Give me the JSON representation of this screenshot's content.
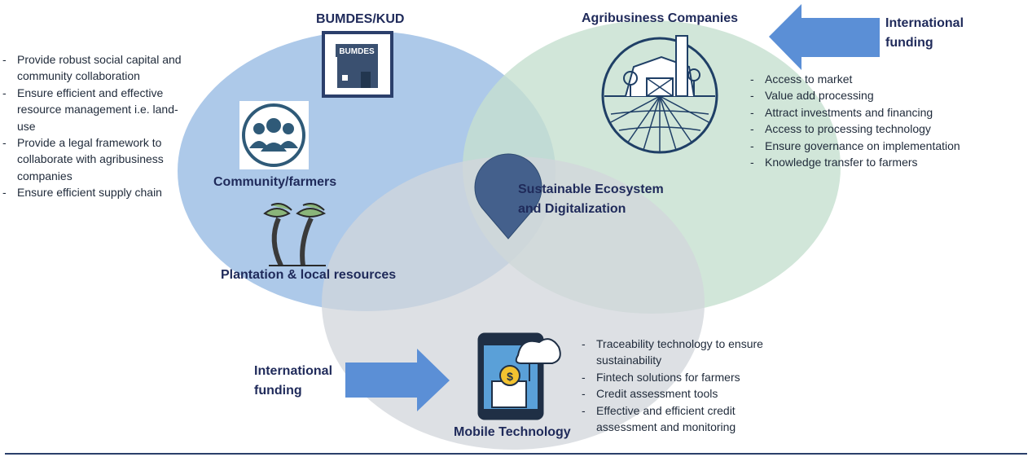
{
  "circles": {
    "community": {
      "color": "#a9c6e8"
    },
    "agribusiness": {
      "color": "#c5e0d0"
    },
    "mobile": {
      "color": "#d2d6db"
    }
  },
  "labels": {
    "bumdes": "BUMDES/KUD",
    "bumdes_sign": "BUMDES",
    "agribusiness": "Agribusiness Companies",
    "community": "Community/farmers",
    "plantation": "Plantation & local resources",
    "center_line1": "Sustainable Ecosystem",
    "center_line2": "and Digitalization",
    "mobile": "Mobile Technology",
    "intl_top_line1": "International",
    "intl_top_line2": "funding",
    "intl_bottom_line1": "International",
    "intl_bottom_line2": "funding"
  },
  "left_bullets": [
    "Provide robust social capital and community collaboration",
    "Ensure efficient and effective resource management i.e. land-use",
    "Provide a legal framework to collaborate with agribusiness companies",
    "Ensure efficient supply chain"
  ],
  "right_bullets": [
    "Access to market",
    "Value add processing",
    "Attract investments and financing",
    "Access to processing technology",
    "Ensure governance on implementation",
    "Knowledge transfer to farmers"
  ],
  "bottom_bullets": [
    "Traceability technology to ensure sustainability",
    "Fintech solutions for farmers",
    "Credit assessment tools",
    "Effective and efficient credit assessment and monitoring"
  ],
  "icons": {
    "building": "building-icon",
    "community": "people-group-icon",
    "palm": "palm-tree-icon",
    "farm": "farm-icon",
    "mobile": "mobile-payment-icon",
    "pin": "location-pin-icon",
    "arrow": "arrow-icon"
  },
  "colors": {
    "text": "#1f2a5a",
    "arrow": "#5b8fd6",
    "pin": "#44608c",
    "rule": "#2b3f6b"
  }
}
